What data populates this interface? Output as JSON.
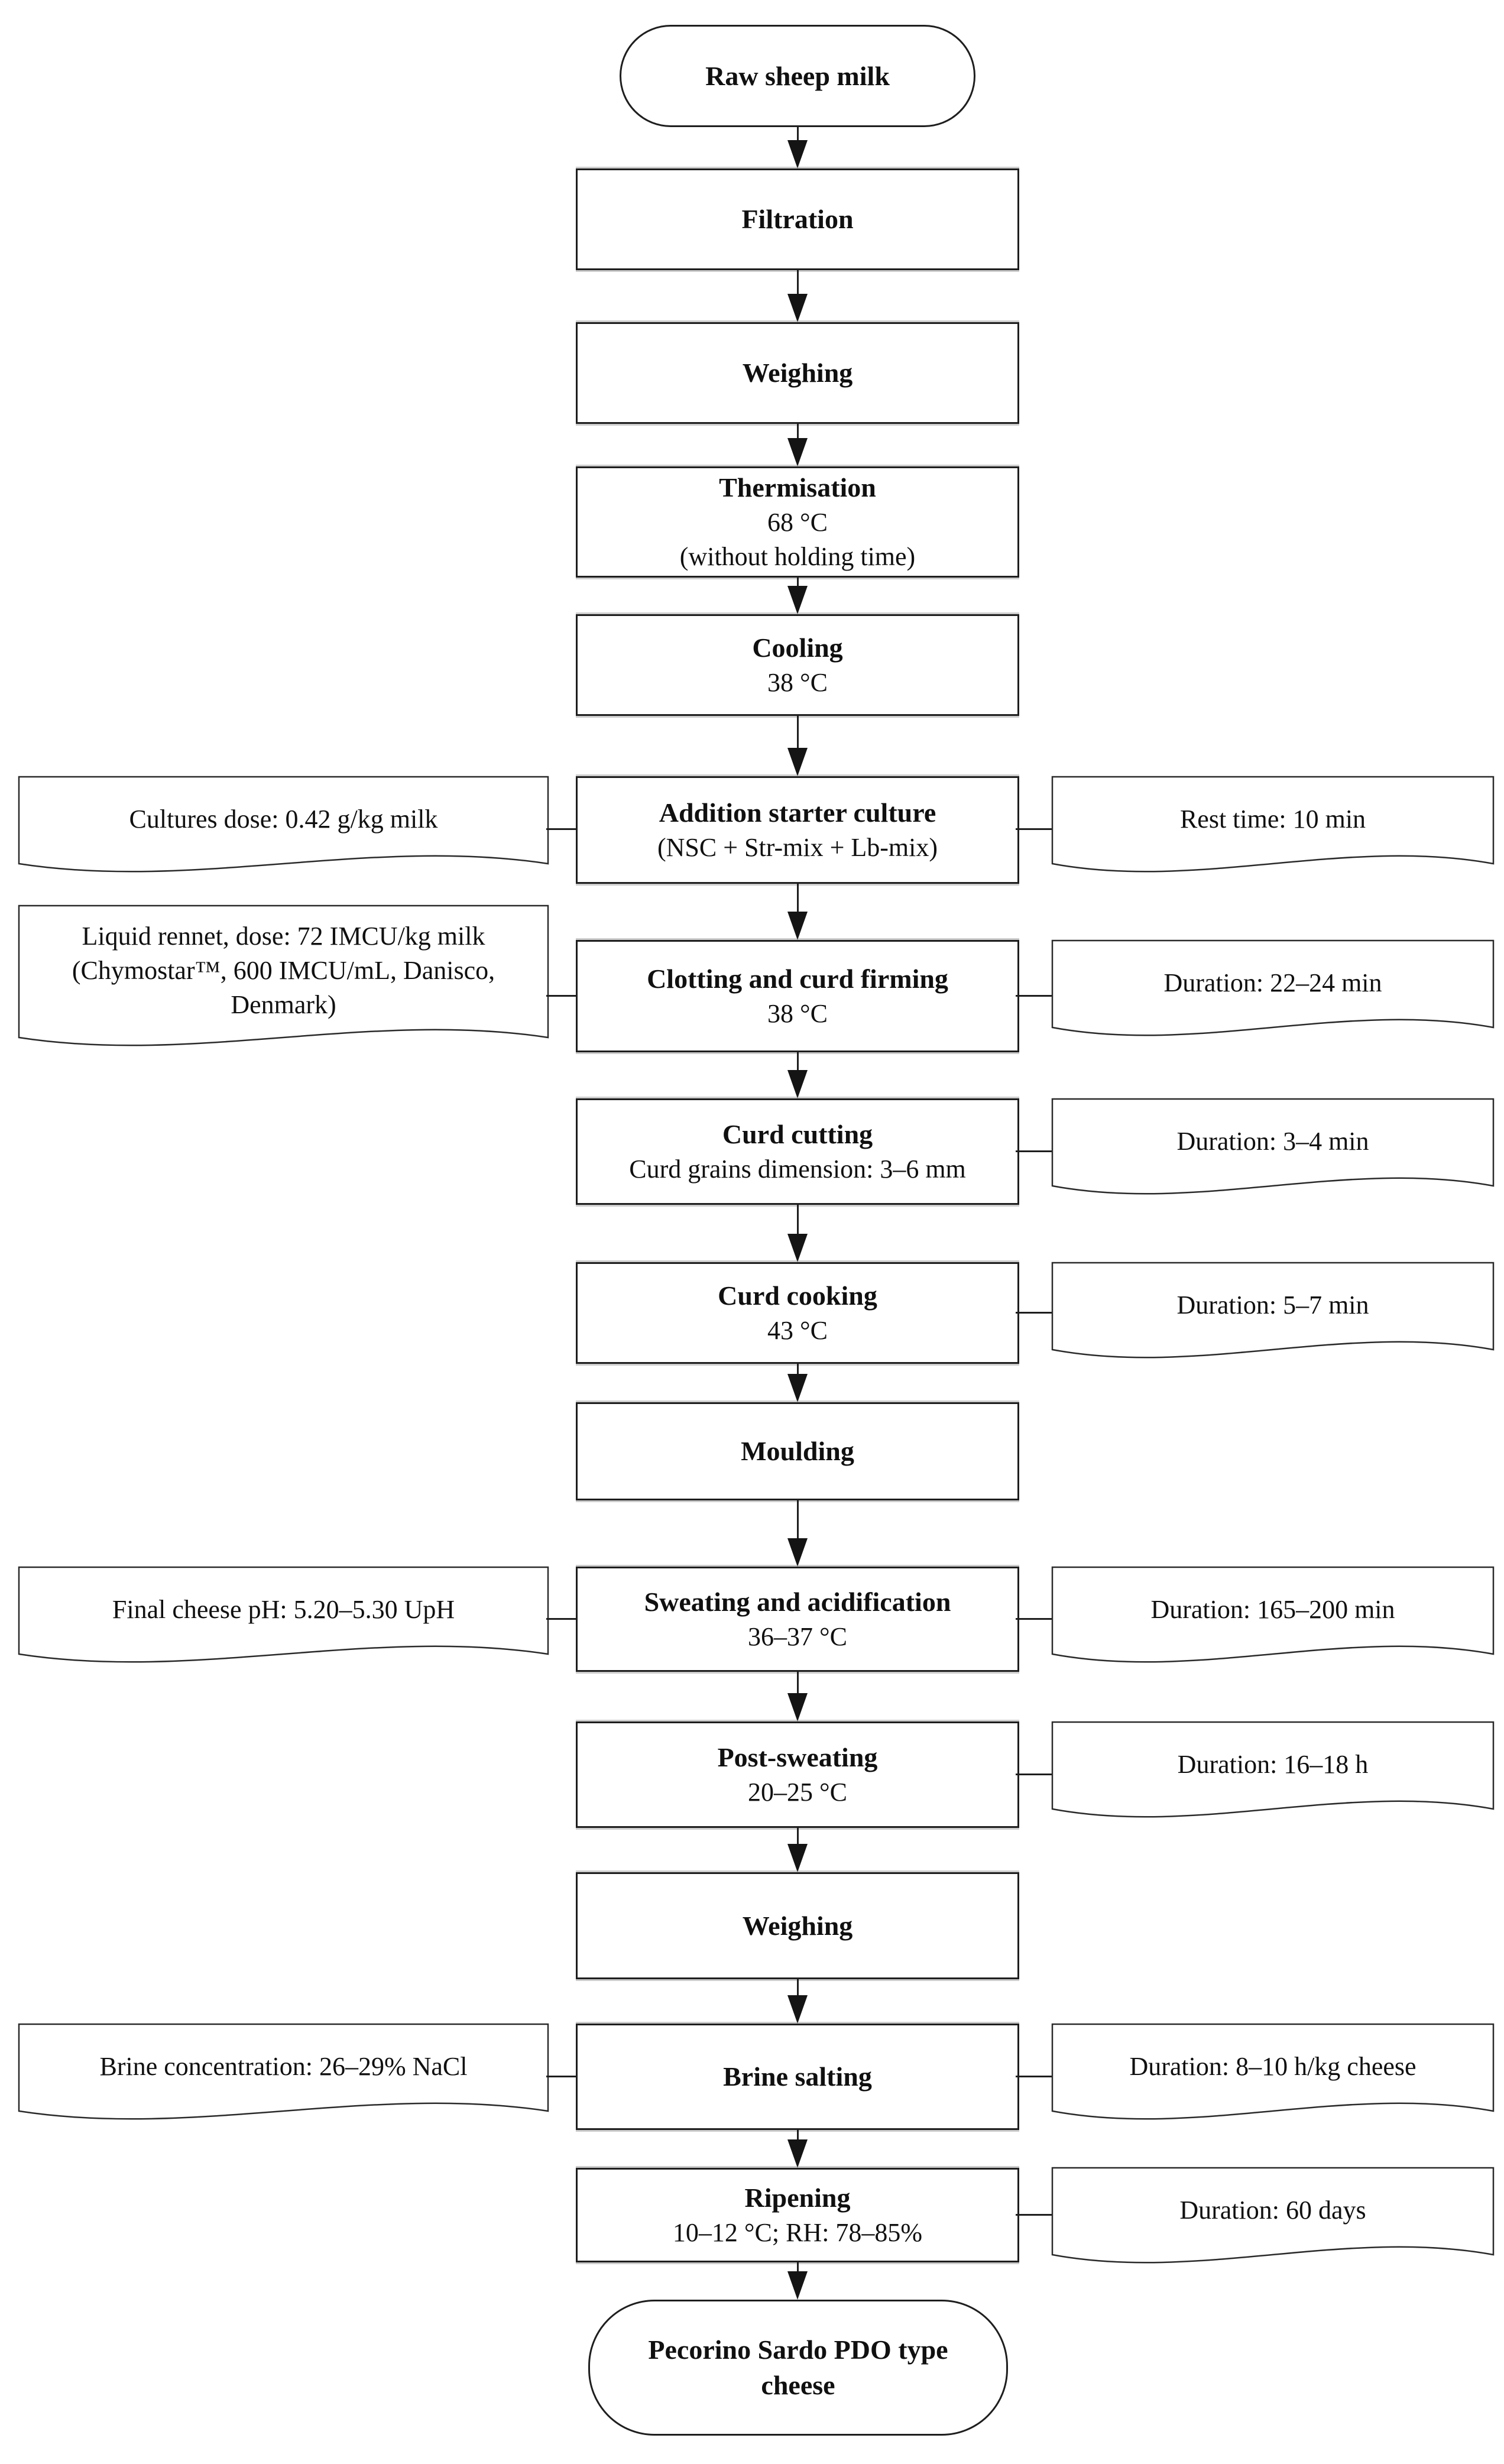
{
  "colors": {
    "line": "#1e1e1e",
    "text": "#101010",
    "background": "#ffffff"
  },
  "flowchart": {
    "start": {
      "label": "Raw sheep milk"
    },
    "steps": [
      {
        "title": "Filtration"
      },
      {
        "title": "Weighing"
      },
      {
        "title": "Thermisation",
        "sub": [
          "68 °C",
          "(without holding time)"
        ]
      },
      {
        "title": "Cooling",
        "sub": [
          "38 °C"
        ]
      },
      {
        "title": "Addition starter culture",
        "sub": [
          "(NSC + Str-mix + Lb-mix)"
        ],
        "left_note": "Cultures dose: 0.42 g/kg milk",
        "right_note": "Rest time: 10 min"
      },
      {
        "title": "Clotting and curd firming",
        "sub": [
          "38 °C"
        ],
        "left_note": "Liquid rennet, dose: 72 IMCU/kg milk (Chymostar™, 600 IMCU/mL, Danisco, Denmark)",
        "right_note": "Duration: 22–24 min"
      },
      {
        "title": "Curd cutting",
        "sub": [
          "Curd grains dimension: 3–6 mm"
        ],
        "right_note": "Duration: 3–4 min"
      },
      {
        "title": "Curd cooking",
        "sub": [
          "43 °C"
        ],
        "right_note": "Duration: 5–7 min"
      },
      {
        "title": "Moulding"
      },
      {
        "title": "Sweating and acidification",
        "sub": [
          "36–37 °C"
        ],
        "left_note": "Final cheese pH: 5.20–5.30 UpH",
        "right_note": "Duration: 165–200 min"
      },
      {
        "title": "Post-sweating",
        "sub": [
          "20–25 °C"
        ],
        "right_note": "Duration: 16–18 h"
      },
      {
        "title": "Weighing"
      },
      {
        "title": "Brine salting",
        "left_note": "Brine concentration: 26–29% NaCl",
        "right_note": "Duration: 8–10 h/kg cheese"
      },
      {
        "title": "Ripening",
        "sub": [
          "10–12 °C; RH: 78–85%"
        ],
        "right_note": "Duration: 60 days"
      }
    ],
    "end": {
      "label": "Pecorino Sardo PDO type cheese",
      "line1": "Pecorino Sardo PDO type",
      "line2": "cheese"
    }
  }
}
